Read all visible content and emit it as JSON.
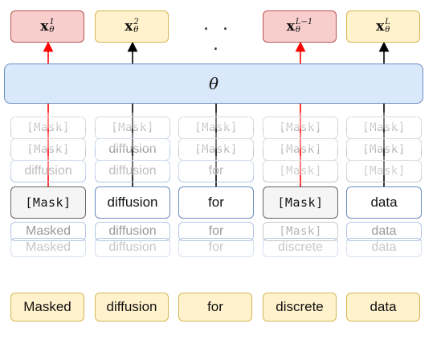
{
  "top_outputs": [
    {
      "base": "x",
      "sup": "1",
      "sub": "θ",
      "color": "#f8cecc"
    },
    {
      "base": "x",
      "sup": "2",
      "sub": "θ",
      "color": "#fff2cc"
    },
    {
      "base": "x",
      "sup": "L−1",
      "sub": "θ",
      "color": "#f8cecc"
    },
    {
      "base": "x",
      "sup": "L",
      "sub": "θ",
      "color": "#fff2cc"
    }
  ],
  "ellipsis": ". . .",
  "model_label": "θ",
  "ghost_rows": [
    [
      "[Mask]",
      "[Mask]",
      "[Mask]",
      "[Mask]",
      "[Mask]"
    ],
    [
      "[Mask]",
      "diffusion",
      "[Mask]",
      "[Mask]",
      "[Mask]"
    ],
    [
      "diffusion",
      "diffusion",
      "for",
      "[Mask]",
      "[Mask]"
    ]
  ],
  "active_row": [
    "[Mask]",
    "diffusion",
    "for",
    "[Mask]",
    "data"
  ],
  "ghost_rows_below": [
    [
      "Masked",
      "diffusion",
      "for",
      "[Mask]",
      "data"
    ],
    [
      "Masked",
      "diffusion",
      "for",
      "discrete",
      "data"
    ]
  ],
  "input_row": [
    "Masked",
    "diffusion",
    "for",
    "discrete",
    "data"
  ],
  "arrow_colors": {
    "masked": "#ff0000",
    "unmasked": "#000000"
  }
}
